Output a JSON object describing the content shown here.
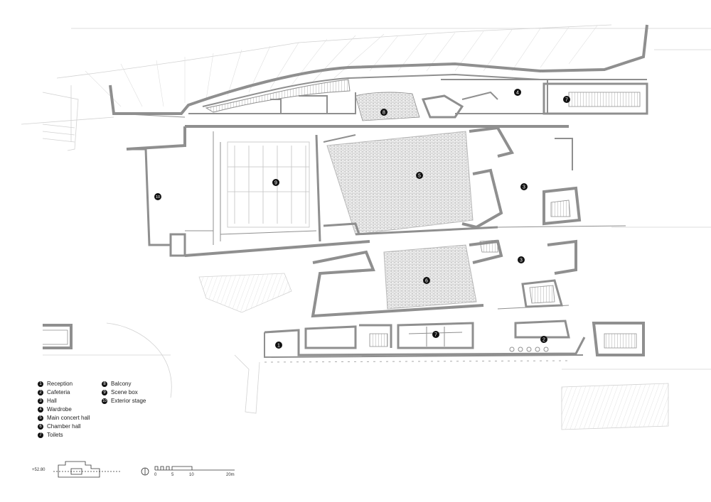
{
  "legend": [
    {
      "num": "1",
      "label": "Reception"
    },
    {
      "num": "2",
      "label": "Cafeteria"
    },
    {
      "num": "3",
      "label": "Hall"
    },
    {
      "num": "4",
      "label": "Wardrobe"
    },
    {
      "num": "5",
      "label": "Main concert hall"
    },
    {
      "num": "6",
      "label": "Chamber hall"
    },
    {
      "num": "7",
      "label": "Toilets"
    },
    {
      "num": "8",
      "label": "Balcony"
    },
    {
      "num": "9",
      "label": "Scene box"
    },
    {
      "num": "10",
      "label": "Exterior stage"
    }
  ],
  "section": {
    "level": "+52.80"
  },
  "scale": {
    "ticks": [
      "0",
      "5",
      "10",
      "20m"
    ]
  },
  "colors": {
    "wall": "#8f8f8f",
    "wall_dark": "#6e6e6e",
    "line": "#bdbdbd",
    "seat": "#9a9a9a"
  }
}
